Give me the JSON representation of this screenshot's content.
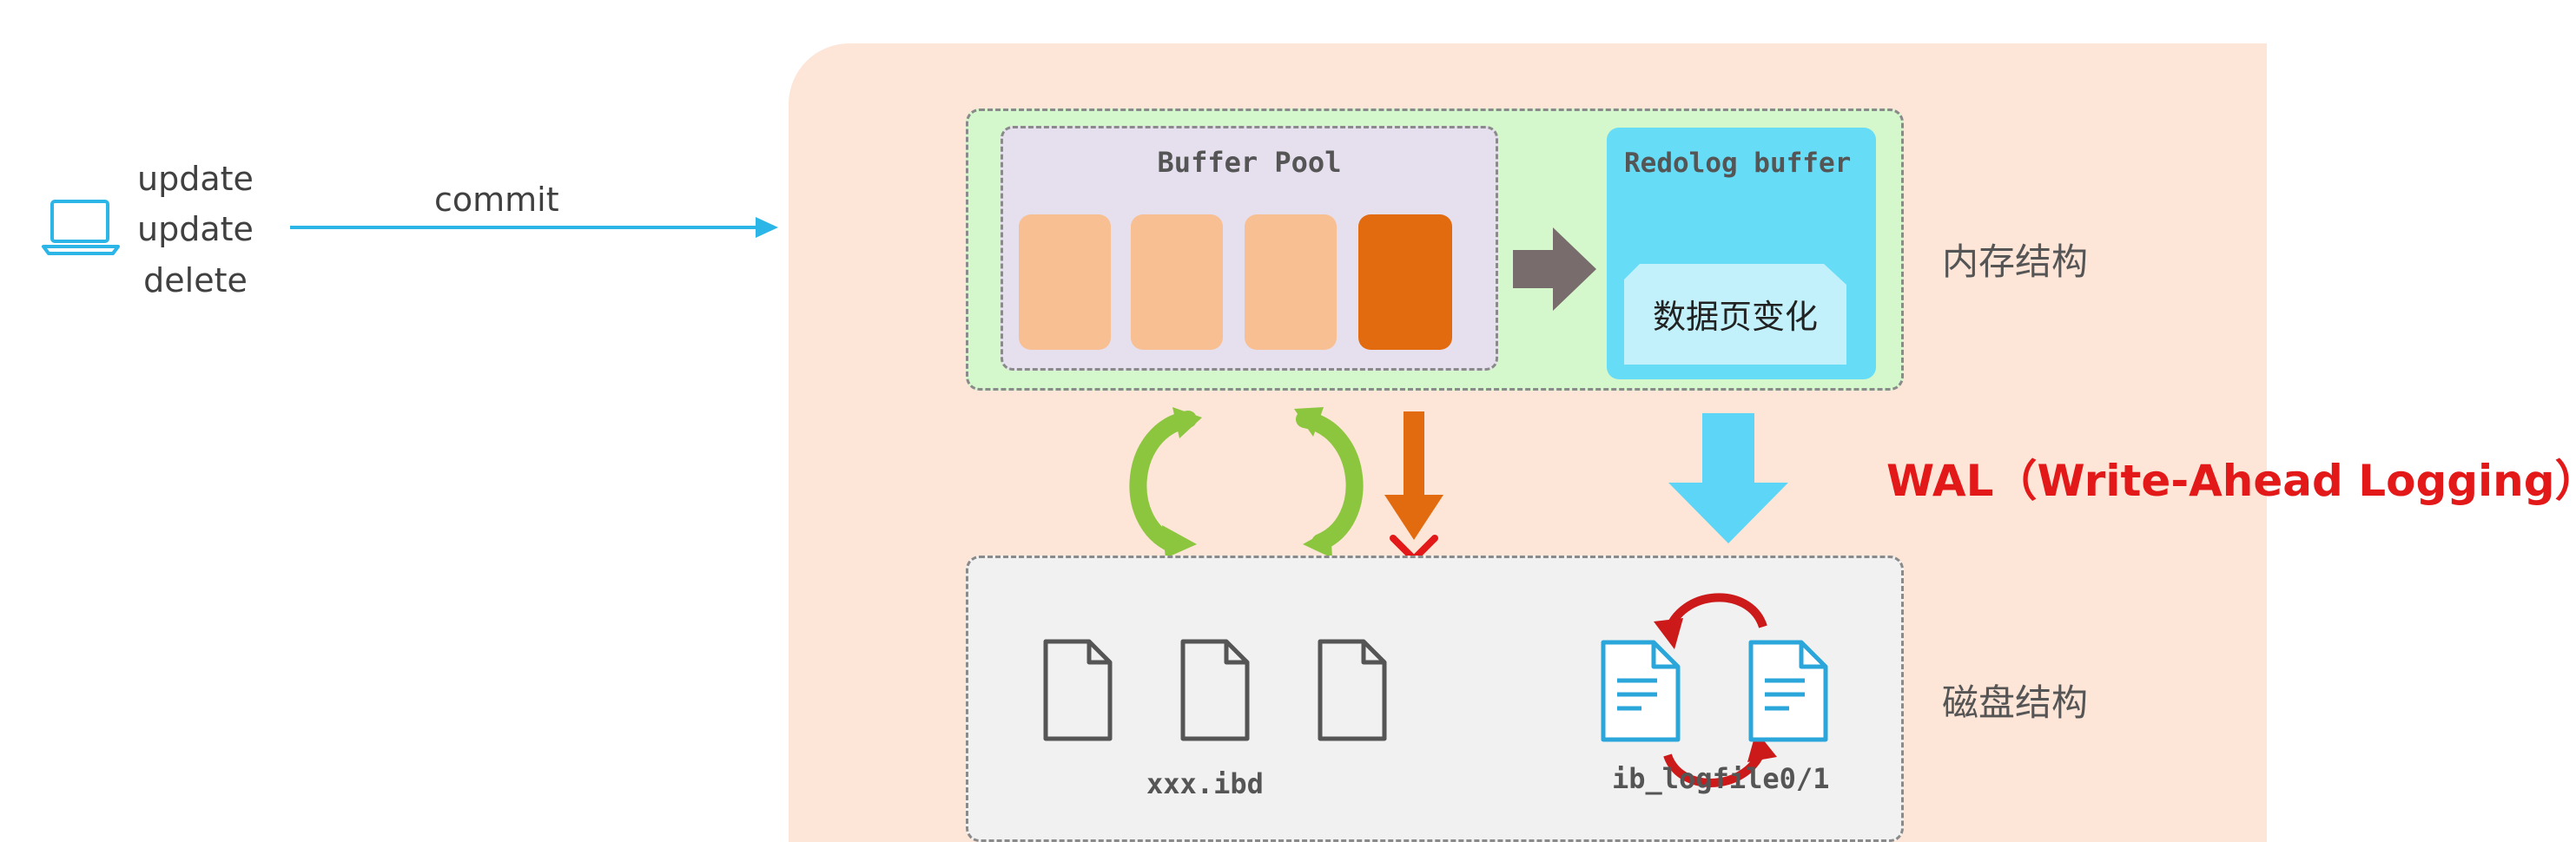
{
  "client": {
    "lines": [
      "update",
      "update",
      "delete"
    ],
    "arrow_label": "commit"
  },
  "memory": {
    "buffer_pool_title": "Buffer Pool",
    "redolog_buffer_title": "Redolog buffer",
    "redolog_content": "数据页变化",
    "section_label": "内存结构"
  },
  "wal": {
    "label": "WAL（Write-Ahead Logging）"
  },
  "disk": {
    "data_file_label": "xxx.ibd",
    "log_file_label": "ib_logfile0/1",
    "section_label": "磁盘结构"
  },
  "colors": {
    "blue_arrow": "#2cb6e8",
    "clean_page": "#f7bf92",
    "dirty_page": "#e36b0f",
    "green_arrow": "#8cc63f",
    "orange_arrow": "#e36b0f",
    "cyan_arrow": "#5cd5f6",
    "red": "#e31818"
  },
  "icons": [
    "laptop-icon",
    "file-icon",
    "document-icon"
  ]
}
